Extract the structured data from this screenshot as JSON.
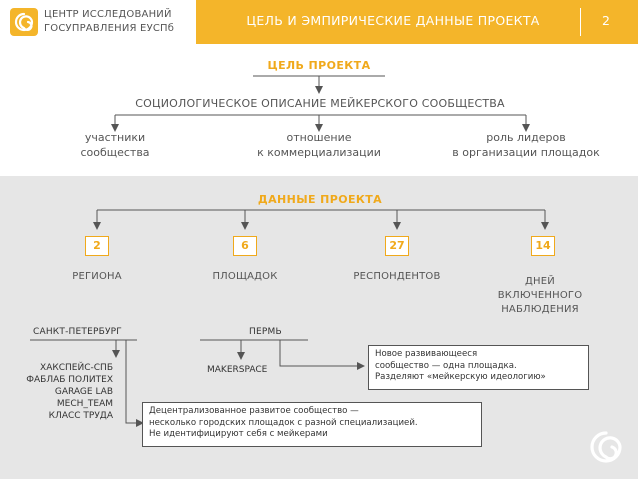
{
  "header": {
    "logo_line1": "ЦЕНТР ИССЛЕДОВАНИЙ",
    "logo_line2": "ГОСУПРАВЛЕНИЯ ЕУСПб",
    "title": "ЦЕЛЬ И ЭМПИРИЧЕСКИЕ ДАННЫЕ ПРОЕКТА",
    "page_number": "2"
  },
  "goal": {
    "heading": "ЦЕЛЬ ПРОЕКТА",
    "main": "СОЦИОЛОГИЧЕСКОЕ ОПИСАНИЕ МЕЙКЕРСКОГО СООБЩЕСТВА",
    "items": [
      {
        "line1": "участники",
        "line2": "сообщества"
      },
      {
        "line1": "отношение",
        "line2": "к коммерциализации"
      },
      {
        "line1": "роль лидеров",
        "line2": "в организации площадок"
      }
    ]
  },
  "data": {
    "heading": "ДАННЫЕ ПРОЕКТА",
    "stats": [
      {
        "value": "2",
        "label": "РЕГИОНА"
      },
      {
        "value": "6",
        "label": "ПЛОЩАДОК"
      },
      {
        "value": "27",
        "label": "РЕСПОНДЕНТОВ"
      },
      {
        "value": "14",
        "label_lines": [
          "ДНЕЙ",
          "ВКЛЮЧЕННОГО",
          "НАБЛЮДЕНИЯ"
        ]
      }
    ],
    "cities": [
      {
        "name": "САНКТ-ПЕТЕРБУРГ",
        "places": [
          "ХАКСПЕЙС-СПБ",
          "ФАБЛАБ ПОЛИТЕХ",
          "GARAGE LAB",
          "MECH_TEAM",
          "КЛАСС ТРУДА"
        ]
      },
      {
        "name": "ПЕРМЬ",
        "places": [
          "MAKERSPACE"
        ]
      }
    ],
    "callouts": {
      "perm": [
        "Новое развивающееся",
        "сообщество — одна площадка.",
        "Разделяют «мейкерскую идеологию»"
      ],
      "spb": [
        "Децентрализованное развитое сообщество —",
        "несколько городских площадок с разной специализацией.",
        "Не идентифицируют себя с мейкерами"
      ]
    }
  },
  "colors": {
    "accent": "#f4b52a",
    "accent_text": "#f0a91b",
    "grey_band": "#e6e6e6",
    "arrow": "#555555"
  },
  "icons": [
    "swirl-logo-icon",
    "swirl-watermark-icon"
  ]
}
